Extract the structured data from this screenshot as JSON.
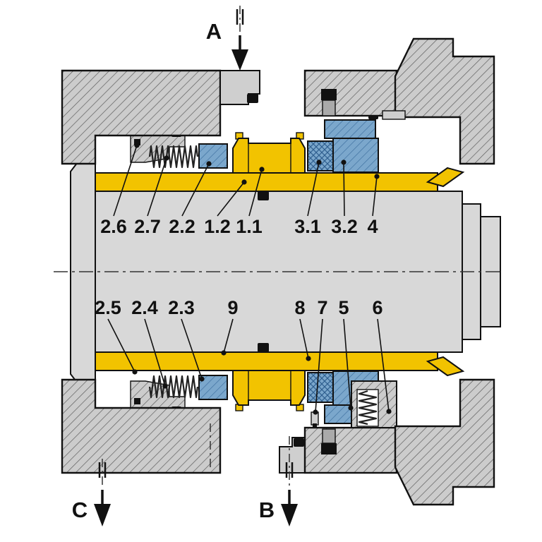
{
  "section_markers": {
    "a": "A",
    "b": "B",
    "c": "C"
  },
  "labels": {
    "top": [
      "2.6",
      "2.7",
      "2.2",
      "1.2",
      "1.1",
      "3.1",
      "3.2",
      "4"
    ],
    "bottom": [
      "2.5",
      "2.4",
      "2.3",
      "9",
      "8",
      "7",
      "5",
      "6"
    ]
  },
  "colors": {
    "sleeve_yellow": "#F2C300",
    "seal_blue": "#7BA7CC",
    "shaft_gray": "#D8D8D8",
    "housing_gray": "#CCCCCC",
    "outline": "#111111",
    "background": "#FFFFFF"
  }
}
